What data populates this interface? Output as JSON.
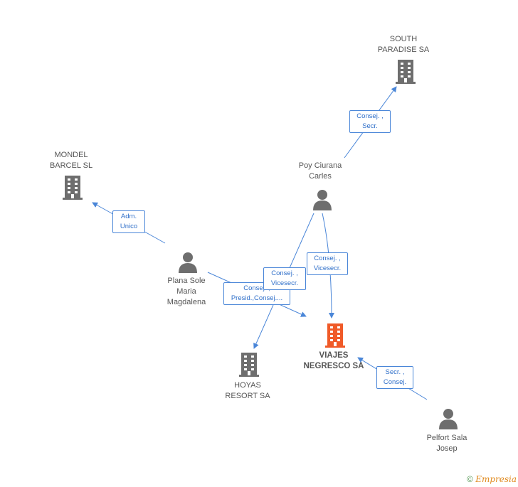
{
  "nodes": {
    "south_paradise": {
      "lines": [
        "SOUTH",
        "PARADISE SA"
      ],
      "kind": "company"
    },
    "mondel_barcel": {
      "lines": [
        "MONDEL",
        "BARCEL  SL"
      ],
      "kind": "company"
    },
    "poy_ciurana": {
      "lines": [
        "Poy Ciurana",
        "Carles"
      ],
      "kind": "person"
    },
    "plana_sole": {
      "lines": [
        "Plana Sole",
        "Maria",
        "Magdalena"
      ],
      "kind": "person"
    },
    "viajes_negresco": {
      "lines": [
        "VIAJES",
        "NEGRESCO SA"
      ],
      "kind": "company-main"
    },
    "hoyas_resort": {
      "lines": [
        "HOYAS",
        "RESORT SA"
      ],
      "kind": "company"
    },
    "pelfort_sala": {
      "lines": [
        "Pelfort Sala",
        "Josep"
      ],
      "kind": "person"
    }
  },
  "roles": {
    "poy_south": [
      "Consej. ,",
      "Secr."
    ],
    "plana_mondel": [
      "Adm.",
      "Unico"
    ],
    "poy_viajes": [
      "Consej. ,",
      "Vicesecr."
    ],
    "poy_hoyas": [
      "Consej. ,",
      "Vicesecr."
    ],
    "plana_viajes": [
      "Consej. ,",
      "Presid.,Consej...."
    ],
    "pelfort_viajes": [
      "Secr. ,",
      "Consej."
    ]
  },
  "footer": {
    "copyright": "©",
    "brand": "Empresia"
  },
  "colors": {
    "edge": "#4a86d8",
    "icon": "#6e6e6e",
    "main_icon": "#f05a28"
  }
}
